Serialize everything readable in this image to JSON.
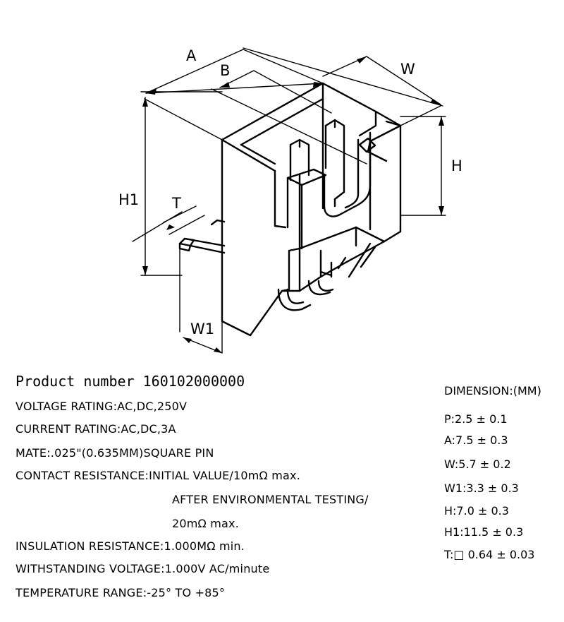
{
  "drawing": {
    "labels": {
      "a": "A",
      "b": "B",
      "w": "W",
      "h": "H",
      "h1": "H1",
      "t": "T",
      "w1": "W1"
    }
  },
  "product_number": "Product number 160102000000",
  "specs": {
    "voltage_rating": "VOLTAGE RATING:AC,DC,250V",
    "current_rating": "CURRENT RATING:AC,DC,3A",
    "mate": "MATE:.025\"(0.635MM)SQUARE PIN",
    "contact_resistance": "CONTACT RESISTANCE:INITIAL VALUE/10mΩ max.",
    "contact_resistance_after": "AFTER ENVIRONMENTAL TESTING/",
    "contact_resistance_after_value": "20mΩ max.",
    "insulation_resistance": "INSULATION RESISTANCE:1.000MΩ min.",
    "withstanding_voltage": "WITHSTANDING VOLTAGE:1.000V AC/minute",
    "temperature_range": "TEMPERATURE RANGE:-25° TO +85°"
  },
  "dimensions": {
    "title": "DIMENSION:(MM)",
    "p": "P:2.5 ± 0.1",
    "a": "A:7.5 ± 0.3",
    "w": "W:5.7 ± 0.2",
    "w1": "W1:3.3 ± 0.3",
    "h": "H:7.0 ± 0.3",
    "h1": "H1:11.5 ± 0.3",
    "t": "T:□ 0.64 ± 0.03"
  }
}
